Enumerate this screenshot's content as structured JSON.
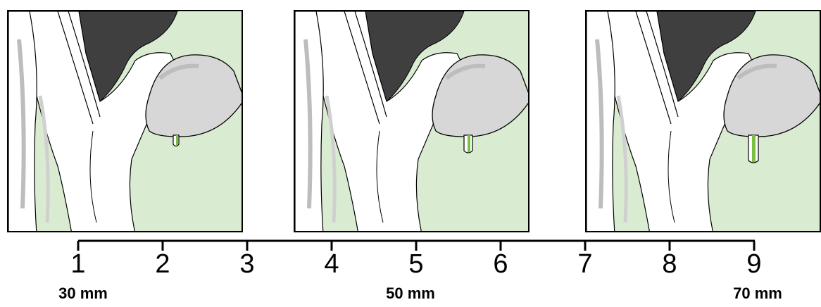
{
  "diagram": {
    "panels": [
      {
        "name": "panel-30mm",
        "teat_length_mm": 30
      },
      {
        "name": "panel-50mm",
        "teat_length_mm": 50
      },
      {
        "name": "panel-70mm",
        "teat_length_mm": 70
      }
    ],
    "scale": {
      "ticks": [
        "1",
        "2",
        "3",
        "4",
        "5",
        "6",
        "7",
        "8",
        "9"
      ],
      "length_labels": [
        "30 mm",
        "50 mm",
        "70 mm"
      ]
    },
    "colors": {
      "background": "#d9ecd2",
      "body": "#3f3f3f",
      "udder": "#d7d7d7",
      "shading": "#e6e6e6",
      "teat_highlight": "#7ac142",
      "outline": "#000000"
    }
  }
}
